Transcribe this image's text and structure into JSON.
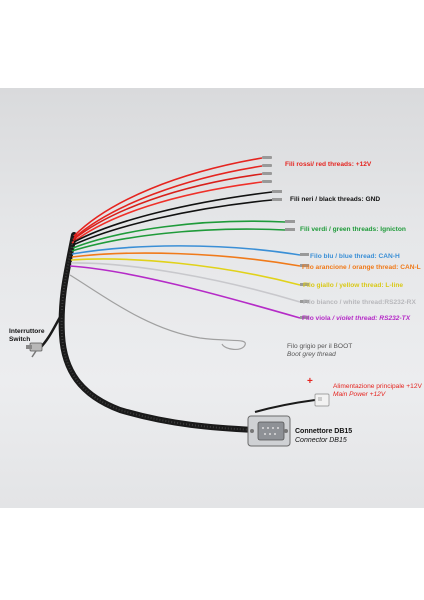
{
  "labels": {
    "red": "Fili rossi/ red threads: +12V",
    "black": "Fili neri / black threads: GND",
    "green": "Fili verdi / green threads: Ignicton",
    "blue": "Filo blu / blue thread: CAN-H",
    "orange": "Filo arancione / orange thread: CAN-L",
    "yellow": "Filo giallo / yellow thread: L-line",
    "white": "Filo bianco / white thread:RS232-RX",
    "violet_it": "Filo viola",
    "violet_en": " / violet thread: RS232-TX",
    "boot_it": "Filo grigio per il BOOT",
    "boot_en": "Boot grey thread",
    "switch_it": "Interruttore",
    "switch_en": "Switch",
    "power_it": "Alimentazione principale +12V",
    "power_en": "Main Power +12V",
    "db15_it": "Connettore DB15",
    "db15_en": "Connector DB15",
    "plus": "+"
  },
  "colors": {
    "red": "#e5241f",
    "black": "#111111",
    "green": "#1f9b3a",
    "blue": "#3a8fd6",
    "orange": "#f07a1a",
    "yellow": "#e1d21a",
    "white": "#a8a8ae",
    "violet": "#b52bc7",
    "grey": "#9a9a9a"
  }
}
